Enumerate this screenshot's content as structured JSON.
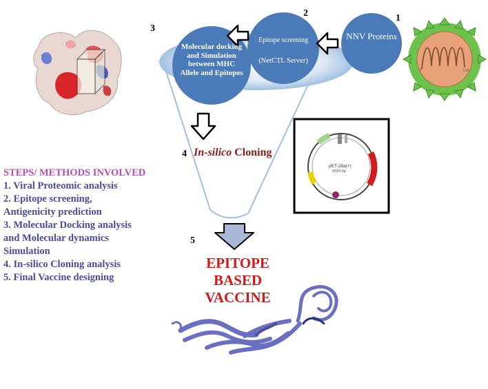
{
  "steps_numbers": {
    "n1": "1",
    "n2": "2",
    "n3": "3",
    "n4": "4",
    "n5": "5"
  },
  "circles": {
    "nnv": "NNV Proteins",
    "epitope_title": "Epitope screening",
    "epitope_server": "(NetCTL Server)",
    "docking": "Molecular docking and Simulation between MHC Allele and Epitopes"
  },
  "cloning": {
    "italic": "In-silico",
    "rest": " Cloning"
  },
  "plasmid": {
    "name": "pET-28a(+)",
    "size": "6554 bp"
  },
  "methods": {
    "heading": "STEPS/ METHODS INVOLVED",
    "items": [
      "1. Viral Proteomic analysis",
      "2. Epitope screening,",
      "Antigenicity prediction",
      "3. Molecular Docking analysis",
      "and Molecular dynamics",
      "Simulation",
      "4. In-silico Cloning analysis",
      "5. Final Vaccine designing"
    ]
  },
  "result": {
    "line1": "EPITOPE BASED",
    "line2": "VACCINE"
  },
  "colors": {
    "circle_blue": "#4a7ab8",
    "funnel_fill": "#c8dcef",
    "virus_green": "#6cc24a",
    "virus_core": "#e8a27a",
    "steps_purple": "#4a4a9e",
    "heading_magenta": "#b04fb0",
    "vaccine_red": "#d01a1a",
    "cloning_maroon": "#8b1a1a",
    "protein_blue": "#6a6fbf"
  }
}
